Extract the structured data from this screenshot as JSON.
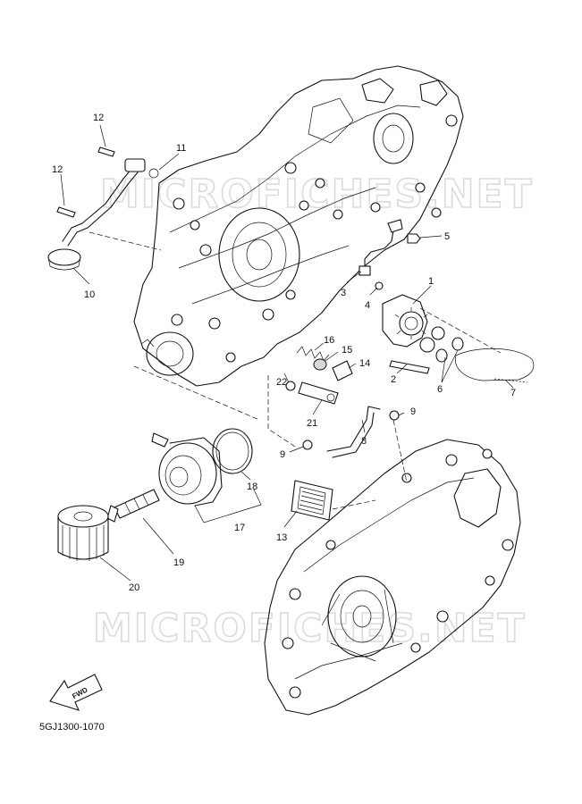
{
  "watermark": "MICROFICHES.NET",
  "reference_code": "5GJ1300-1070",
  "fwd_label": "FWD",
  "callouts": {
    "p1": "1",
    "p2": "2",
    "p3": "3",
    "p4": "4",
    "p5": "5",
    "p6": "6",
    "p7": "7",
    "p8": "8",
    "p9a": "9",
    "p9b": "9",
    "p10": "10",
    "p11": "11",
    "p12a": "12",
    "p12b": "12",
    "p13": "13",
    "p14": "14",
    "p15": "15",
    "p16": "16",
    "p17": "17",
    "p18": "18",
    "p19": "19",
    "p20": "20",
    "p21": "21",
    "p22": "22"
  }
}
